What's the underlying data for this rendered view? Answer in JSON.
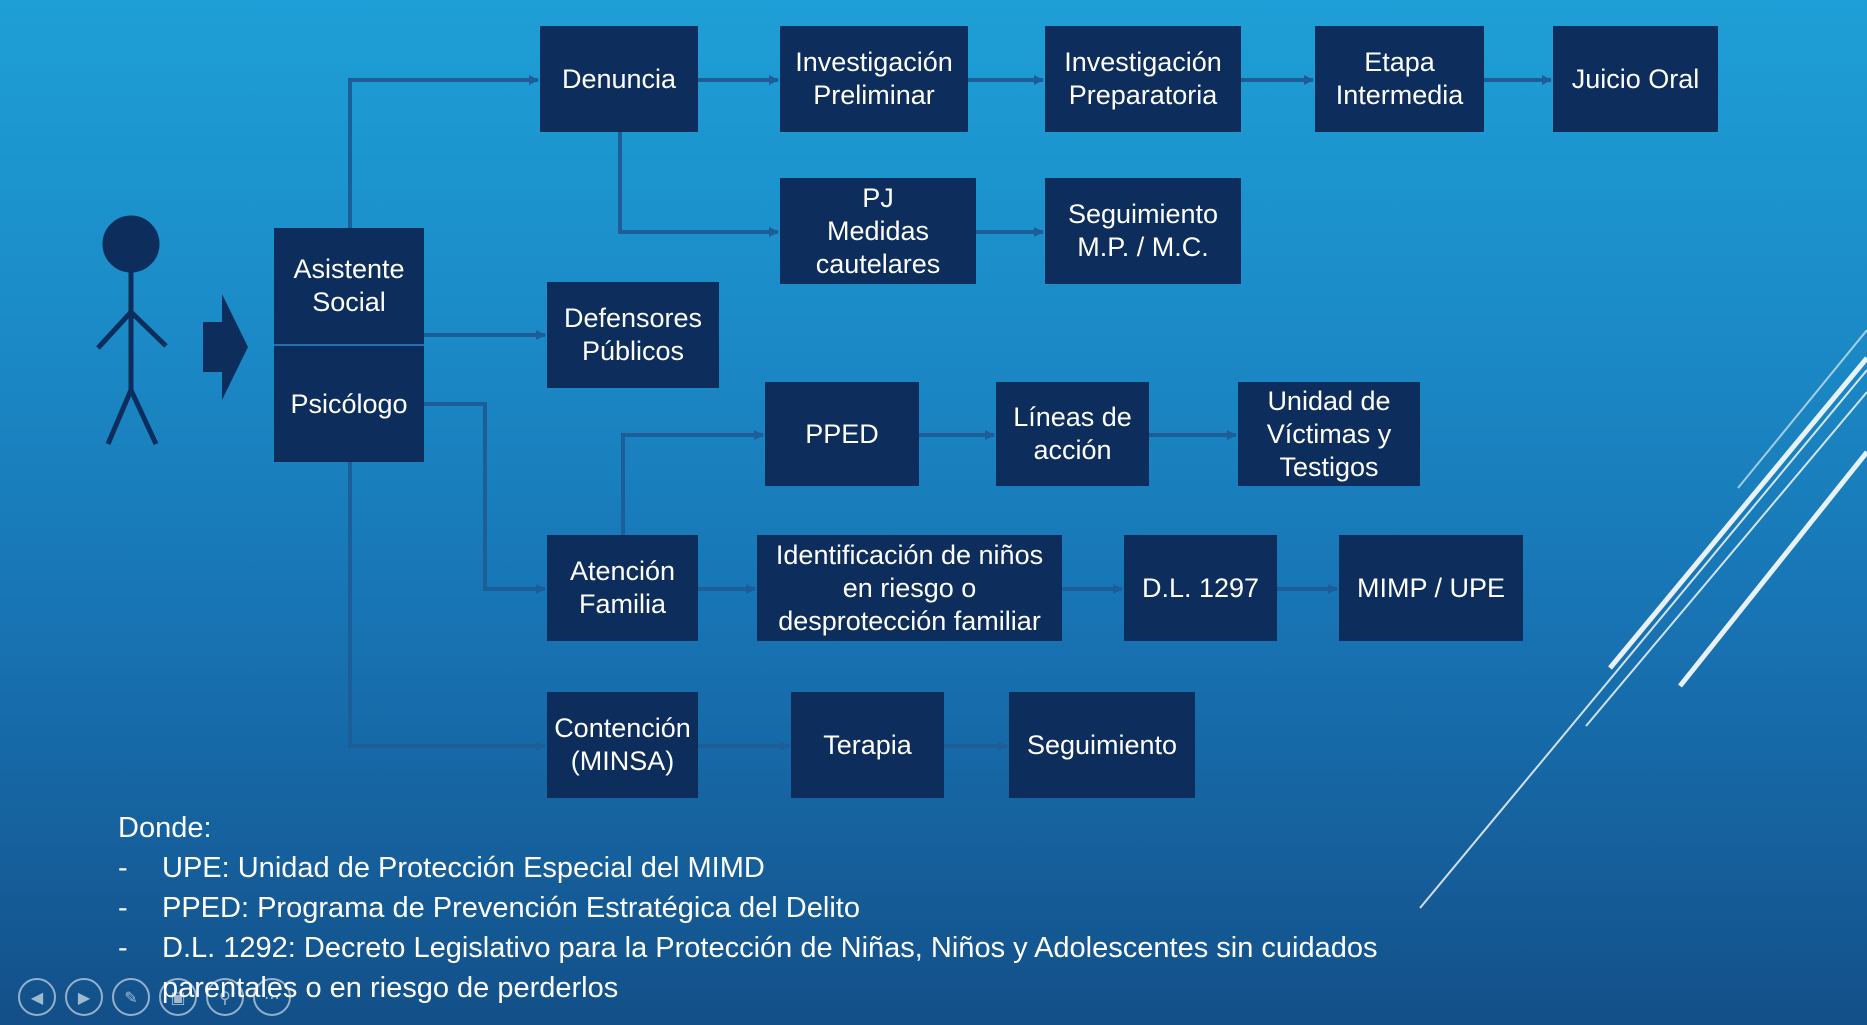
{
  "boxes": {
    "denuncia": "Denuncia",
    "inv_preliminar": "Investigación\nPreliminar",
    "inv_preparatoria": "Investigación\nPreparatoria",
    "etapa_intermedia": "Etapa\nIntermedia",
    "juicio_oral": "Juicio Oral",
    "pj_medidas": "PJ\nMedidas\ncautelares",
    "seguimiento_mpmc": "Seguimiento\nM.P. / M.C.",
    "asistente_social": "Asistente\nSocial",
    "psicologo": "Psicólogo",
    "defensores": "Defensores\nPúblicos",
    "pped": "PPED",
    "lineas_accion": "Líneas de\nacción",
    "unidad_victimas": "Unidad de\nVíctimas y\nTestigos",
    "atencion_familia": "Atención\nFamilia",
    "identificacion": "Identificación de niños\nen riesgo o\ndesprotección familiar",
    "dl_1297": "D.L. 1297",
    "mimp_upe": "MIMP / UPE",
    "contencion": "Contención\n(MINSA)",
    "terapia": "Terapia",
    "seguimiento": "Seguimiento"
  },
  "legend": {
    "title": "Donde:",
    "items": [
      {
        "dash": "-",
        "text": "UPE: Unidad de Protección Especial del MIMD"
      },
      {
        "dash": "-",
        "text": "PPED: Programa de Prevención Estratégica del Delito"
      },
      {
        "dash": "-",
        "text": "D.L. 1292: Decreto Legislativo para la Protección de Niñas, Niños y Adolescentes sin cuidados parentales o en riesgo de perderlos"
      }
    ]
  },
  "nav_icons": [
    "previous-icon",
    "next-icon",
    "pen-icon",
    "slides-icon",
    "zoom-icon",
    "more-icon"
  ],
  "colors": {
    "box": "#0d2e5c",
    "arrow": "#1d5d98",
    "text": "#ffffff",
    "background": "#1b8cc8"
  }
}
